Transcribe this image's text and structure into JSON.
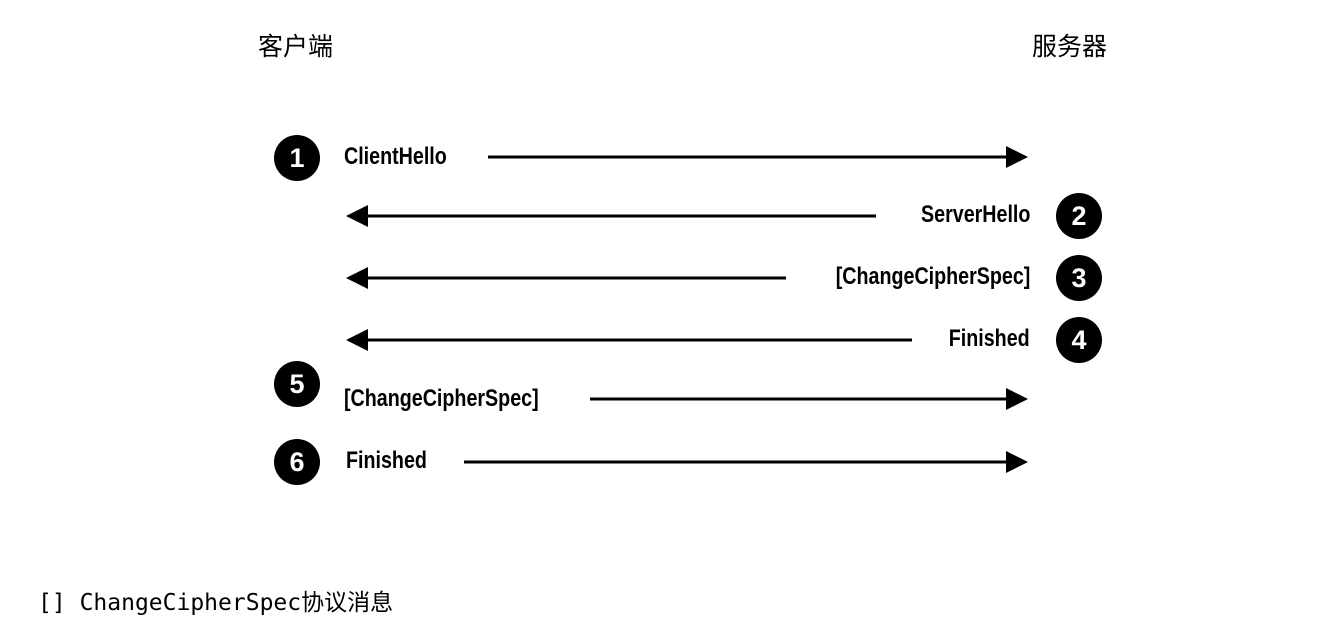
{
  "actors": {
    "client": "客户端",
    "server": "服务器"
  },
  "steps": [
    {
      "number": "1",
      "label": "ClientHello",
      "direction": "client-to-server"
    },
    {
      "number": "2",
      "label": "ServerHello",
      "direction": "server-to-client"
    },
    {
      "number": "3",
      "label": "[ChangeCipherSpec]",
      "direction": "server-to-client"
    },
    {
      "number": "4",
      "label": "Finished",
      "direction": "server-to-client"
    },
    {
      "number": "5",
      "label": "[ChangeCipherSpec]",
      "direction": "client-to-server"
    },
    {
      "number": "6",
      "label": "Finished",
      "direction": "client-to-server"
    }
  ],
  "legend": {
    "symbol": "[]",
    "text": "ChangeCipherSpec协议消息"
  }
}
